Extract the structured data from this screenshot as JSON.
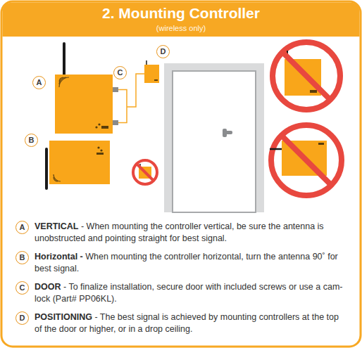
{
  "diagram": {
    "title": "2. Mounting Controller",
    "labels": [
      "(wireless only)",
      "D",
      "A",
      "C",
      "B",
      "A",
      "VERTICAL",
      "- When mounting the controller vertical, be sure the antenna is unobstructed and pointing straight for best signal.",
      "B",
      "Horizontal -",
      "When mounting the controller horizontal, turn the antenna 90˚ for best signal.",
      "C",
      "DOOR",
      "- To finalize installation, secure door with included screws or use a cam-lock (Part# PP06KL).",
      "D",
      "POSITIONING",
      "- The best signal is achieved by mounting controllers at the top of the door or higher, or in a drop ceiling."
    ]
  }
}
